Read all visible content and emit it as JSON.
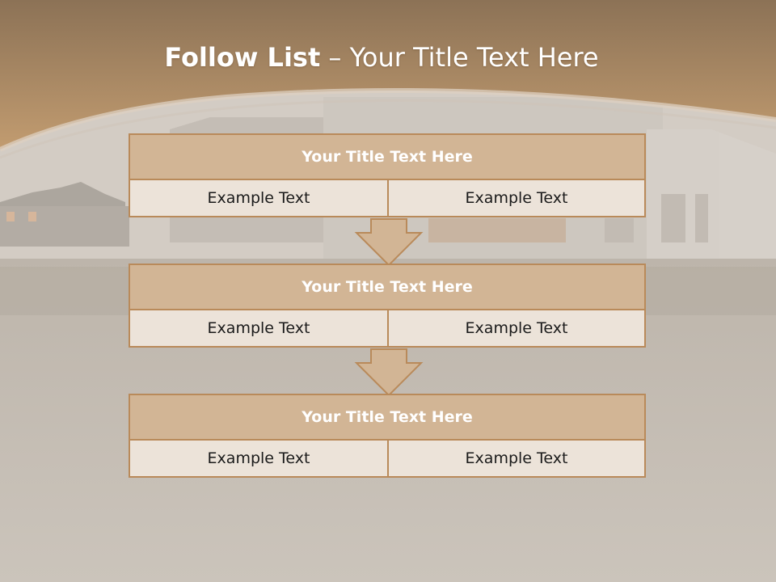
{
  "title": {
    "bold": "Follow List",
    "rest": " – Your Title Text Here"
  },
  "blocks": [
    {
      "heading": "Your Title Text Here",
      "left": "Example Text",
      "right": "Example Text"
    },
    {
      "heading": "Your Title Text Here",
      "left": "Example Text",
      "right": "Example Text"
    },
    {
      "heading": "Your Title Text Here",
      "left": "Example Text",
      "right": "Example Text"
    }
  ],
  "colors": {
    "accent": "#c0976a",
    "border": "#b98a5a",
    "header_fill": "#d2b595",
    "cell_fill": "#ece3d9"
  }
}
